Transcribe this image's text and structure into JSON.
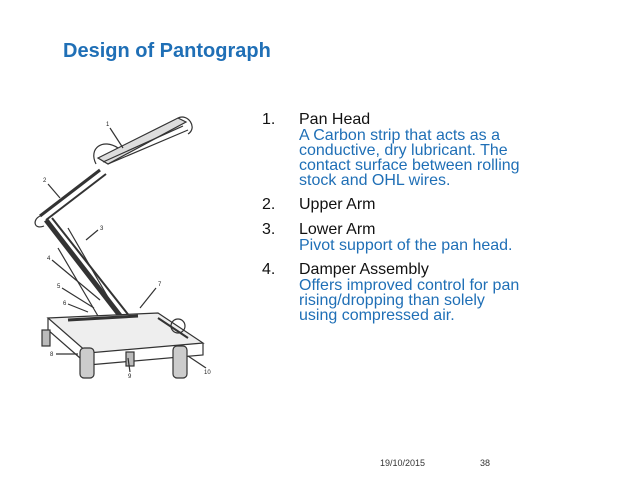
{
  "slide": {
    "title": "Design of Pantograph",
    "figure": {
      "callouts": [
        "1",
        "2",
        "3",
        "4",
        "5",
        "6",
        "7",
        "8",
        "9",
        "10"
      ]
    },
    "items": [
      {
        "number": "1.",
        "heading": "Pan Head",
        "lines": [
          "A Carbon strip that acts as a",
          "conductive, dry lubricant.  The",
          "contact surface between rolling",
          "stock and OHL wires."
        ]
      },
      {
        "number": "2.",
        "heading": "Upper Arm",
        "lines": []
      },
      {
        "number": "3.",
        "heading": "Lower Arm",
        "lines": [
          "Pivot support of the pan head."
        ]
      },
      {
        "number": "4.",
        "heading": "Damper Assembly",
        "lines": [
          "Offers improved control for pan",
          "rising/dropping than solely",
          "using compressed air."
        ]
      }
    ],
    "footer": {
      "date": "19/10/2015",
      "page": "38"
    }
  },
  "colors": {
    "accent_blue": "#1f6fb6",
    "text_dark": "#111111"
  }
}
